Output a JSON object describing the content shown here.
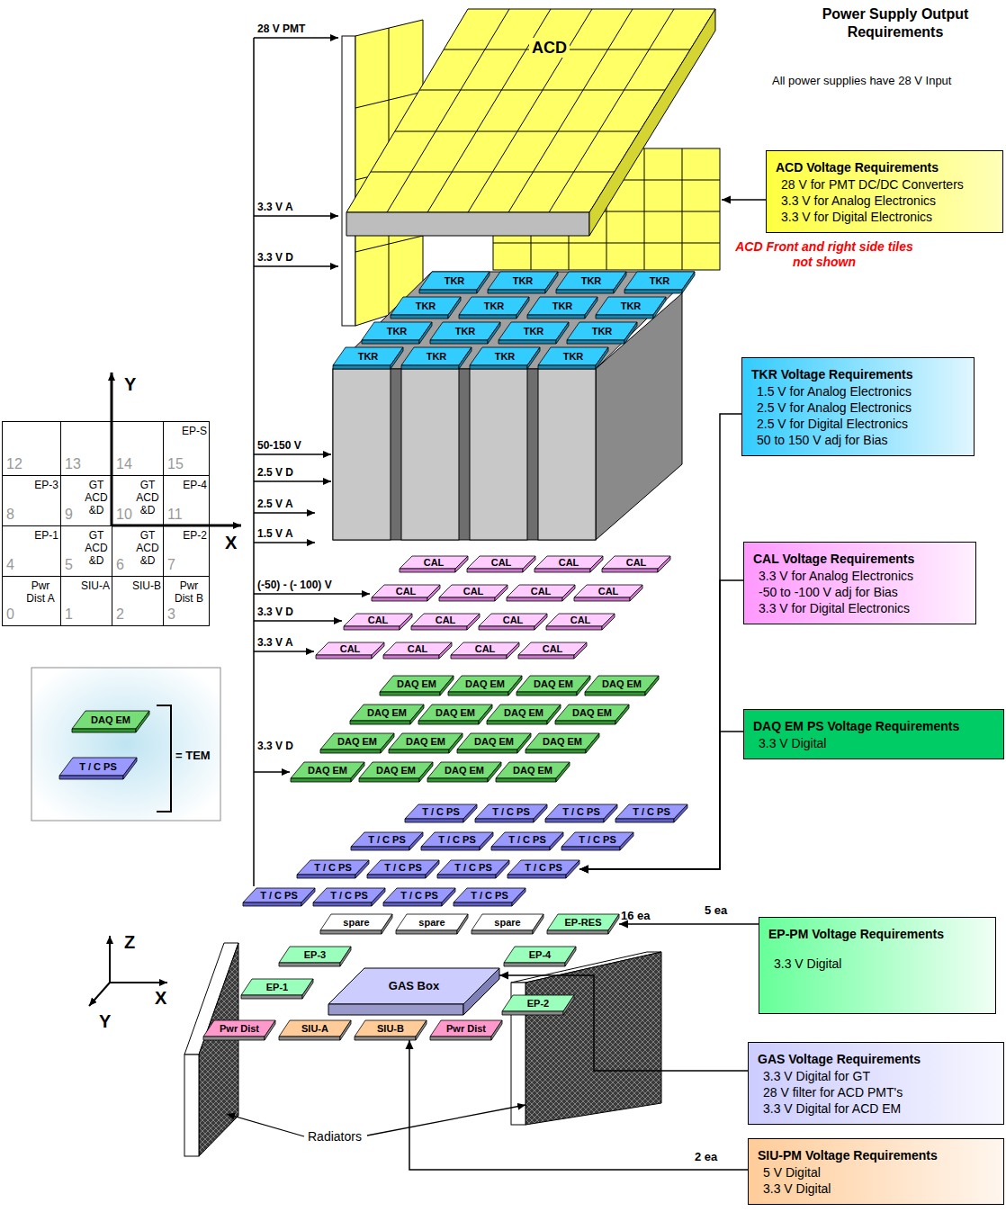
{
  "diagram": {
    "title": "Power Supply Output Requirements",
    "nodes": [
      {
        "text": [
          "ACD"
        ]
      },
      {
        "text": [
          "ACD Voltage Requirements",
          "28 V for PMT DC/DC Converters",
          "3.3 V for Analog Electronics",
          "3.3 V for Digital Electronics"
        ]
      },
      {
        "text": [
          "TKR"
        ]
      },
      {
        "text": [
          "TKR"
        ]
      },
      {
        "text": [
          "TKR"
        ]
      },
      {
        "text": [
          "TKR"
        ]
      },
      {
        "text": [
          "TKR"
        ]
      },
      {
        "text": [
          "TKR"
        ]
      },
      {
        "text": [
          "TKR"
        ]
      },
      {
        "text": [
          "TKR"
        ]
      },
      {
        "text": [
          "TKR"
        ]
      },
      {
        "text": [
          "TKR"
        ]
      },
      {
        "text": [
          "TKR"
        ]
      },
      {
        "text": [
          "TKR"
        ]
      },
      {
        "text": [
          "TKR"
        ]
      },
      {
        "text": [
          "TKR"
        ]
      },
      {
        "text": [
          "TKR"
        ]
      },
      {
        "text": [
          "TKR"
        ]
      },
      {
        "text": [
          "TKR Voltage Requirements",
          "1.5 V for Analog Electronics",
          "2.5 V for Analog Electronics",
          "2.5 V for Digital Electronics",
          "50 to 150 V adj for Bias"
        ]
      },
      {
        "text": [
          "CAL"
        ]
      },
      {
        "text": [
          "CAL"
        ]
      },
      {
        "text": [
          "CAL"
        ]
      },
      {
        "text": [
          "CAL"
        ]
      },
      {
        "text": [
          "CAL"
        ]
      },
      {
        "text": [
          "CAL"
        ]
      },
      {
        "text": [
          "CAL"
        ]
      },
      {
        "text": [
          "CAL"
        ]
      },
      {
        "text": [
          "CAL"
        ]
      },
      {
        "text": [
          "CAL"
        ]
      },
      {
        "text": [
          "CAL"
        ]
      },
      {
        "text": [
          "CAL"
        ]
      },
      {
        "text": [
          "CAL"
        ]
      },
      {
        "text": [
          "CAL"
        ]
      },
      {
        "text": [
          "CAL"
        ]
      },
      {
        "text": [
          "CAL"
        ]
      },
      {
        "text": [
          "CAL Voltage Requirements",
          "3.3 V for Analog Electronics",
          "-50 to -100 V adj for Bias",
          "3.3 V for Digital Electronics"
        ]
      },
      {
        "text": [
          "DAQ EM"
        ]
      },
      {
        "text": [
          "DAQ EM"
        ]
      },
      {
        "text": [
          "DAQ EM"
        ]
      },
      {
        "text": [
          "DAQ EM"
        ]
      },
      {
        "text": [
          "DAQ EM"
        ]
      },
      {
        "text": [
          "DAQ EM"
        ]
      },
      {
        "text": [
          "DAQ EM"
        ]
      },
      {
        "text": [
          "DAQ EM"
        ]
      },
      {
        "text": [
          "DAQ EM"
        ]
      },
      {
        "text": [
          "DAQ EM"
        ]
      },
      {
        "text": [
          "DAQ EM"
        ]
      },
      {
        "text": [
          "DAQ EM"
        ]
      },
      {
        "text": [
          "DAQ EM"
        ]
      },
      {
        "text": [
          "DAQ EM"
        ]
      },
      {
        "text": [
          "DAQ EM"
        ]
      },
      {
        "text": [
          "DAQ EM"
        ]
      },
      {
        "text": [
          "DAQ EM PS Voltage Requirements",
          "3.3 V Digital"
        ]
      },
      {
        "text": [
          "T / C PS"
        ]
      },
      {
        "text": [
          "T / C PS"
        ]
      },
      {
        "text": [
          "T / C PS"
        ]
      },
      {
        "text": [
          "T / C PS"
        ]
      },
      {
        "text": [
          "T / C PS"
        ]
      },
      {
        "text": [
          "T / C PS"
        ]
      },
      {
        "text": [
          "T / C PS"
        ]
      },
      {
        "text": [
          "T / C PS"
        ]
      },
      {
        "text": [
          "T / C PS"
        ]
      },
      {
        "text": [
          "T / C PS"
        ]
      },
      {
        "text": [
          "T / C PS"
        ]
      },
      {
        "text": [
          "T / C PS"
        ]
      },
      {
        "text": [
          "T / C PS"
        ]
      },
      {
        "text": [
          "T / C PS"
        ]
      },
      {
        "text": [
          "T / C PS"
        ]
      },
      {
        "text": [
          "T / C PS"
        ]
      },
      {
        "text": [
          "EP-PM Voltage Requirements",
          "3.3 V Digital"
        ]
      },
      {
        "text": [
          "spare"
        ]
      },
      {
        "text": [
          "spare"
        ]
      },
      {
        "text": [
          "spare"
        ]
      },
      {
        "text": [
          "EP-RES"
        ]
      },
      {
        "text": [
          "EP-3"
        ]
      },
      {
        "text": [
          "GAS Box"
        ]
      },
      {
        "text": [
          "EP-4"
        ]
      },
      {
        "text": [
          "EP-1"
        ]
      },
      {
        "text": [
          "EP-2"
        ]
      },
      {
        "text": [
          "Pwr Dist"
        ]
      },
      {
        "text": [
          "SIU-A"
        ]
      },
      {
        "text": [
          "SIU-B"
        ]
      },
      {
        "text": [
          "Pwr Dist"
        ]
      },
      {
        "text": [
          "GAS Voltage Requirements",
          "3.3 V Digital for GT",
          "28 V filter for ACD PMT's",
          "3.3 V Digital for ACD EM"
        ]
      },
      {
        "text": [
          "SIU-PM Voltage Requirements",
          "5 V Digital",
          "3.3 V Digital"
        ]
      },
      {
        "text": [
          "12"
        ]
      },
      {
        "text": [
          "13"
        ]
      },
      {
        "text": [
          "14"
        ]
      },
      {
        "text": [
          "EP-S",
          "15"
        ]
      },
      {
        "text": [
          "EP-3",
          "8"
        ]
      },
      {
        "text": [
          "GT ACD &D",
          "9"
        ]
      },
      {
        "text": [
          "GT ACD &D",
          "10"
        ]
      },
      {
        "text": [
          "EP-4",
          "11"
        ]
      },
      {
        "text": [
          "EP-1",
          "4"
        ]
      },
      {
        "text": [
          "GT ACD &D",
          "5"
        ]
      },
      {
        "text": [
          "GT ACD &D",
          "6"
        ]
      },
      {
        "text": [
          "EP-2",
          "7"
        ]
      },
      {
        "text": [
          "Pwr Dist A",
          "0"
        ]
      },
      {
        "text": [
          "SIU-A",
          "1"
        ]
      },
      {
        "text": [
          "SIU-B",
          "2"
        ]
      },
      {
        "text": [
          "Pwr Dist B",
          "3"
        ]
      },
      {
        "text": [
          "= TEM"
        ]
      },
      {
        "text": [
          "DAQ EM"
        ],
        "in": 101
      },
      {
        "text": [
          "T / C PS"
        ],
        "in": 101
      }
    ],
    "edges": [
      {
        "from": 1,
        "to": 0,
        "arrow": "to"
      },
      {
        "from": 18,
        "to": 64,
        "arrow": "to"
      },
      {
        "from": 35,
        "to": 64,
        "arrow": "to"
      },
      {
        "from": 52,
        "to": 64,
        "arrow": "to"
      },
      {
        "from": 69,
        "to": 73,
        "arrow": "to"
      },
      {
        "from": 83,
        "to": 75,
        "arrow": "to"
      },
      {
        "from": 84,
        "to": 81,
        "arrow": "to"
      }
    ],
    "labels": [
      "All power supplies have 28 V Input",
      "28 V PMT",
      "3.3 V A",
      "3.3 V D",
      "ACD Front and right side tiles not shown",
      "50-150 V",
      "2.5 V D",
      "2.5 V A",
      "1.5 V A",
      "(-50) - (- 100) V",
      "3.3 V D",
      "3.3 V A",
      "3.3 V D",
      "16 ea",
      "5 ea",
      "2 ea",
      "Radiators",
      "Y",
      "X",
      "Z",
      "X",
      "Y"
    ]
  }
}
